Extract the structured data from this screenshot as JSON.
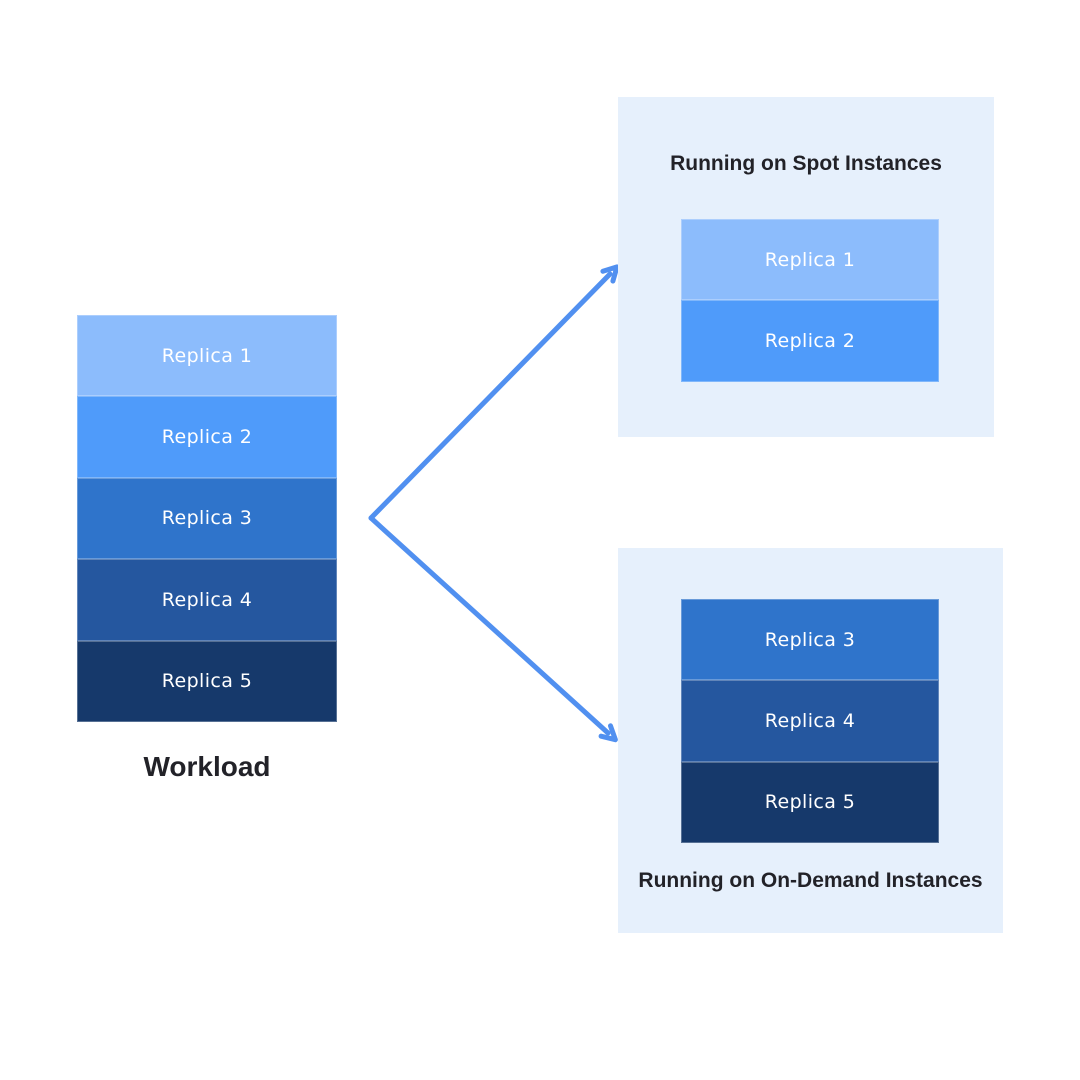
{
  "workload": {
    "label": "Workload",
    "replicas": [
      {
        "label": "Replica 1",
        "color": "#8cbcfc"
      },
      {
        "label": "Replica 2",
        "color": "#4f9bfa"
      },
      {
        "label": "Replica 3",
        "color": "#2f74cb"
      },
      {
        "label": "Replica 4",
        "color": "#25579f"
      },
      {
        "label": "Replica 5",
        "color": "#16396b"
      }
    ]
  },
  "spot_panel": {
    "title": "Running on Spot Instances",
    "replicas": [
      {
        "label": "Replica 1",
        "color": "#8cbcfc"
      },
      {
        "label": "Replica 2",
        "color": "#4f9bfa"
      }
    ]
  },
  "on_demand_panel": {
    "title": "Running on On-Demand Instances",
    "replicas": [
      {
        "label": "Replica 3",
        "color": "#2f74cb"
      },
      {
        "label": "Replica 4",
        "color": "#25579f"
      },
      {
        "label": "Replica 5",
        "color": "#16396b"
      }
    ]
  },
  "colors": {
    "canvas_background": "#ffffff",
    "panel_background": "#e6f0fc",
    "arrow": "#5190f0",
    "heading_text": "#222228",
    "replica_text": "#ffffff"
  }
}
